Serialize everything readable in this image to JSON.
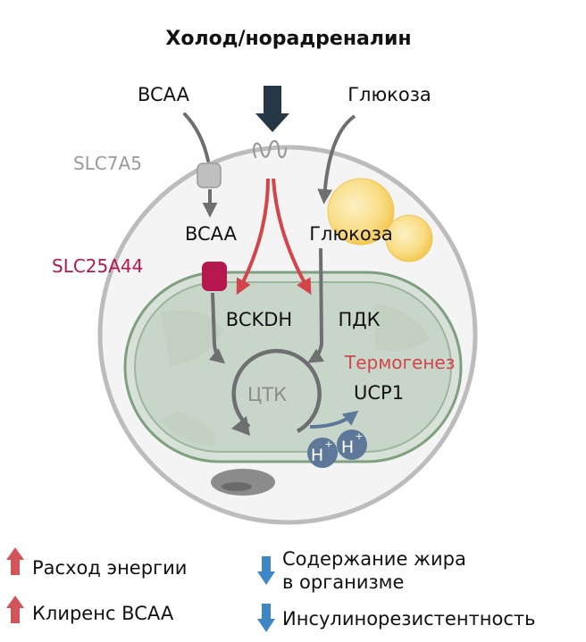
{
  "title": "Холод/норадреналин",
  "labels": {
    "bcaa_outside": "BCAA",
    "glucose_outside": "Глюкоза",
    "slc7a5": "SLC7A5",
    "bcaa_inside": "BCAA",
    "glucose_inside": "Глюкоза",
    "slc25a44": "SLC25A44",
    "bckdh": "BCKDH",
    "pdk": "ПДК",
    "tca": "ЦТК",
    "thermogenesis": "Термогенез",
    "ucp1": "UCP1",
    "proton": "H",
    "proton_charge": "+"
  },
  "legend": [
    {
      "direction": "up",
      "text": "Расход энергии"
    },
    {
      "direction": "up",
      "text": "Клиренс BCAA"
    },
    {
      "direction": "down",
      "text": "Содержание жира",
      "text2": "в организме"
    },
    {
      "direction": "down",
      "text": "Инсулинорезистентность"
    }
  ],
  "colors": {
    "up_arrow": "#d2555a",
    "down_arrow": "#3f86c6",
    "slc25a44": "#b5184f",
    "thermogenesis": "#d2454a",
    "gray_arrow": "#6d6f70",
    "signal_arrow": "#263746",
    "lipid": "#f7d36b",
    "proton": "#5d7898"
  }
}
